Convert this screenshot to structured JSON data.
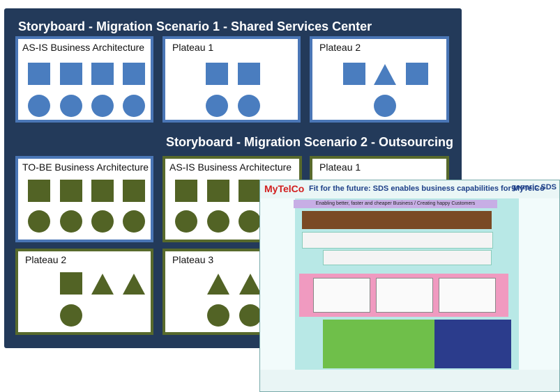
{
  "scenario1": {
    "title": "Storyboard - Migration Scenario 1 - Shared Services Center",
    "panels": [
      {
        "label": "AS-IS Business Architecture"
      },
      {
        "label": "Plateau 1"
      },
      {
        "label": "Plateau 2"
      }
    ]
  },
  "scenario2": {
    "title": "Storyboard - Migration Scenario 2 - Outsourcing",
    "panels": [
      {
        "label": "TO-BE Business Architecture"
      },
      {
        "label": "AS-IS Business Architecture"
      },
      {
        "label": "Plateau 1"
      },
      {
        "label": "Plateau 2"
      },
      {
        "label": "Plateau 3"
      }
    ]
  },
  "poster": {
    "logo": "MyTelCo",
    "title": "Fit for the future: SDS enables business capabilities for MyTelCo",
    "brand": "generic SDS",
    "banner": "Enabling better, faster and cheaper Business / Creating happy Customers"
  },
  "colors": {
    "board": "#233a5a",
    "blue_shape": "#4a7dbf",
    "green_shape": "#526325",
    "poster_bg": "#b8e8e6"
  }
}
